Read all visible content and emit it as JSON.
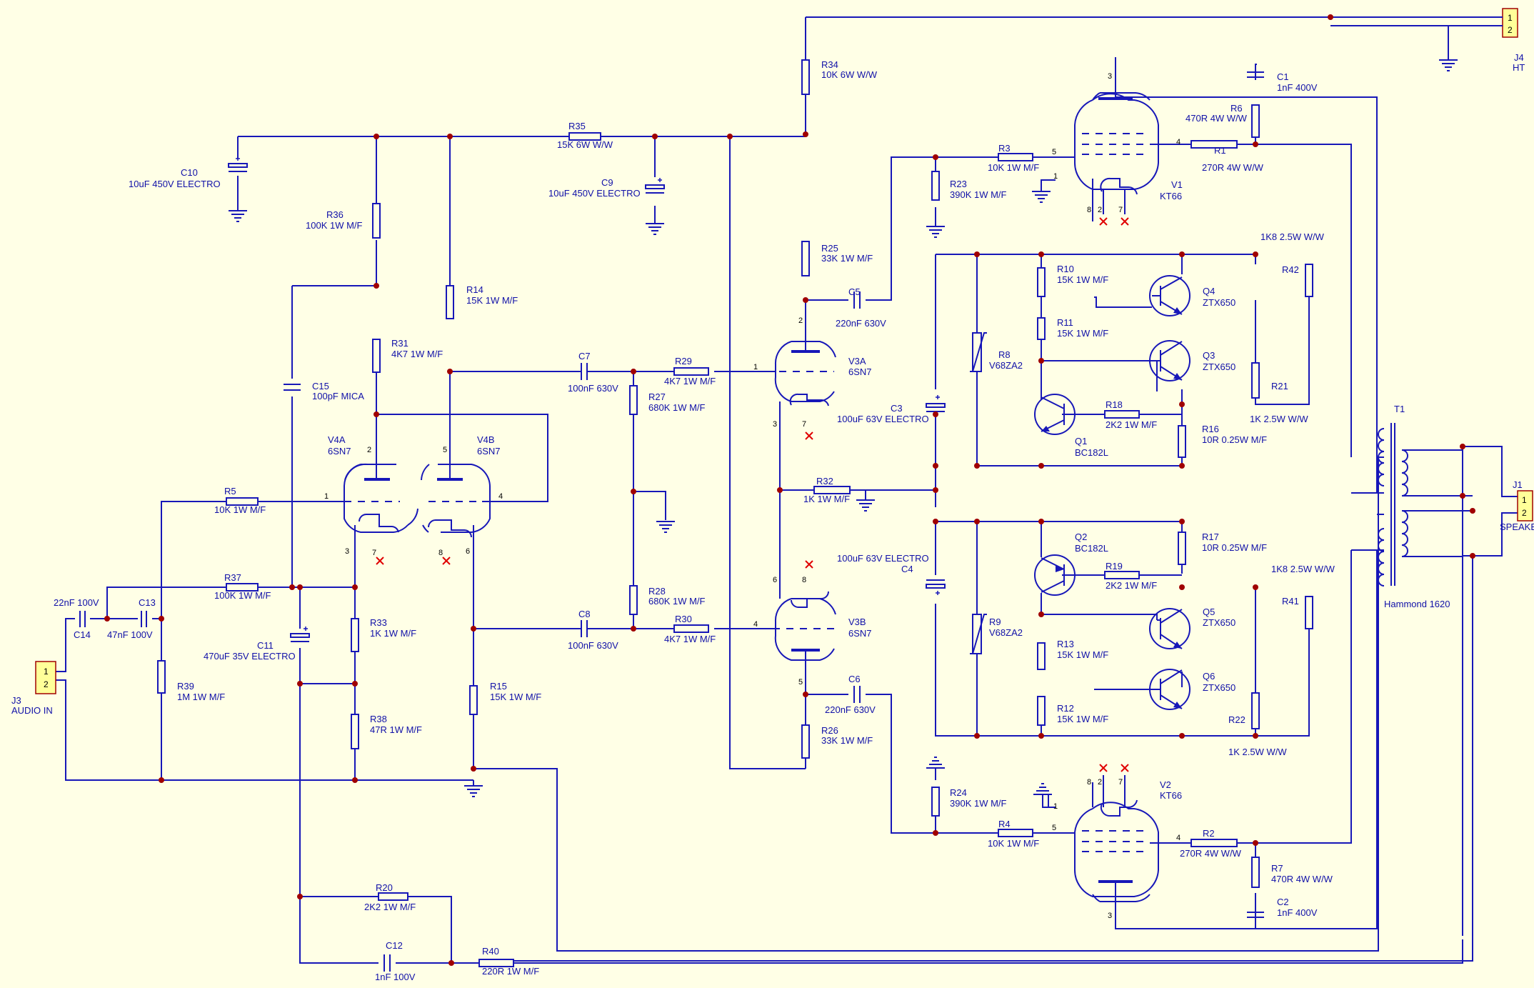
{
  "components": {
    "r1": {
      "ref": "R1",
      "value": "270R 4W W/W"
    },
    "r2": {
      "ref": "R2",
      "value": "270R 4W W/W"
    },
    "r3": {
      "ref": "R3",
      "value": "10K 1W M/F"
    },
    "r4": {
      "ref": "R4",
      "value": "10K 1W M/F"
    },
    "r5": {
      "ref": "R5",
      "value": "10K 1W M/F"
    },
    "r6": {
      "ref": "R6",
      "value": "470R 4W W/W"
    },
    "r7": {
      "ref": "R7",
      "value": "470R 4W W/W"
    },
    "r10": {
      "ref": "R10",
      "value": "15K 1W M/F"
    },
    "r11": {
      "ref": "R11",
      "value": "15K 1W M/F"
    },
    "r12": {
      "ref": "R12",
      "value": "15K 1W M/F"
    },
    "r13": {
      "ref": "R13",
      "value": "15K 1W M/F"
    },
    "r14": {
      "ref": "R14",
      "value": "15K 1W M/F"
    },
    "r15": {
      "ref": "R15",
      "value": "15K 1W M/F"
    },
    "r16": {
      "ref": "R16",
      "value": "10R 0.25W M/F"
    },
    "r17": {
      "ref": "R17",
      "value": "10R 0.25W M/F"
    },
    "r18": {
      "ref": "R18",
      "value": "2K2 1W M/F"
    },
    "r19": {
      "ref": "R19",
      "value": "2K2 1W M/F"
    },
    "r20": {
      "ref": "R20",
      "value": "2K2 1W M/F"
    },
    "r21": {
      "ref": "R21",
      "value": "1K 2.5W W/W"
    },
    "r22": {
      "ref": "R22",
      "value": "1K 2.5W W/W"
    },
    "r23": {
      "ref": "R23",
      "value": "390K 1W M/F"
    },
    "r24": {
      "ref": "R24",
      "value": "390K 1W M/F"
    },
    "r25": {
      "ref": "R25",
      "value": "33K 1W M/F"
    },
    "r26": {
      "ref": "R26",
      "value": "33K 1W M/F"
    },
    "r27": {
      "ref": "R27",
      "value": "680K 1W M/F"
    },
    "r28": {
      "ref": "R28",
      "value": "680K 1W M/F"
    },
    "r29": {
      "ref": "R29",
      "value": "4K7 1W M/F"
    },
    "r30": {
      "ref": "R30",
      "value": "4K7 1W M/F"
    },
    "r31": {
      "ref": "R31",
      "value": "4K7 1W M/F"
    },
    "r32": {
      "ref": "R32",
      "value": "1K 1W M/F"
    },
    "r33": {
      "ref": "R33",
      "value": "1K 1W M/F"
    },
    "r34": {
      "ref": "R34",
      "value": "10K 6W W/W"
    },
    "r35": {
      "ref": "R35",
      "value": "15K 6W W/W"
    },
    "r36": {
      "ref": "R36",
      "value": "100K 1W M/F"
    },
    "r37": {
      "ref": "R37",
      "value": "100K 1W M/F"
    },
    "r38": {
      "ref": "R38",
      "value": "47R 1W M/F"
    },
    "r39": {
      "ref": "R39",
      "value": "1M 1W M/F"
    },
    "r40": {
      "ref": "R40",
      "value": "220R 1W M/F"
    },
    "r41": {
      "ref": "R41",
      "value": "1K8 2.5W W/W"
    },
    "r42": {
      "ref": "R42",
      "value": "1K8 2.5W W/W"
    },
    "c1": {
      "ref": "C1",
      "value": "1nF 400V"
    },
    "c2": {
      "ref": "C2",
      "value": "1nF 400V"
    },
    "c3": {
      "ref": "C3",
      "value": "100uF 63V ELECTRO"
    },
    "c4": {
      "ref": "C4",
      "value": "100uF 63V ELECTRO"
    },
    "c5": {
      "ref": "C5",
      "value": "220nF 630V"
    },
    "c6": {
      "ref": "C6",
      "value": "220nF 630V"
    },
    "c7": {
      "ref": "C7",
      "value": "100nF 630V"
    },
    "c8": {
      "ref": "C8",
      "value": "100nF 630V"
    },
    "c9": {
      "ref": "C9",
      "value": "10uF 450V ELECTRO"
    },
    "c10": {
      "ref": "C10",
      "value": "10uF 450V ELECTRO"
    },
    "c11": {
      "ref": "C11",
      "value": "470uF 35V ELECTRO"
    },
    "c12": {
      "ref": "C12",
      "value": "1nF 100V"
    },
    "c13": {
      "ref": "C13",
      "value": "47nF 100V"
    },
    "c14": {
      "ref": "C14",
      "value": "22nF 100V"
    },
    "c15": {
      "ref": "C15",
      "value": "100pF MICA"
    },
    "q1": {
      "ref": "Q1",
      "value": "BC182L"
    },
    "q2": {
      "ref": "Q2",
      "value": "BC182L"
    },
    "q3": {
      "ref": "Q3",
      "value": "ZTX650"
    },
    "q4": {
      "ref": "Q4",
      "value": "ZTX650"
    },
    "q5": {
      "ref": "Q5",
      "value": "ZTX650"
    },
    "q6": {
      "ref": "Q6",
      "value": "ZTX650"
    },
    "r8": {
      "ref": "R8",
      "value": "V68ZA2"
    },
    "r9": {
      "ref": "R9",
      "value": "V68ZA2"
    },
    "v1": {
      "ref": "V1",
      "value": "KT66"
    },
    "v2": {
      "ref": "V2",
      "value": "KT66"
    },
    "v3a": {
      "ref": "V3A",
      "value": "6SN7"
    },
    "v3b": {
      "ref": "V3B",
      "value": "6SN7"
    },
    "v4a": {
      "ref": "V4A",
      "value": "6SN7"
    },
    "v4b": {
      "ref": "V4B",
      "value": "6SN7"
    },
    "t1": {
      "ref": "T1",
      "value": "Hammond 1620"
    },
    "j1": {
      "ref": "J1",
      "value": "SPEAKER"
    },
    "j3": {
      "ref": "J3",
      "value": "AUDIO IN"
    },
    "j4": {
      "ref": "J4",
      "value": "HT"
    }
  },
  "pin_labels": {
    "p1": "1",
    "p2": "2",
    "p3": "3",
    "p4": "4",
    "p5": "5",
    "p6": "6",
    "p7": "7",
    "p8": "8"
  },
  "colors": {
    "background": "#ffffe6",
    "wire": "#1717b8",
    "junction": "#a00000",
    "no_connect": "#e00000",
    "connector": "#ffff99"
  }
}
